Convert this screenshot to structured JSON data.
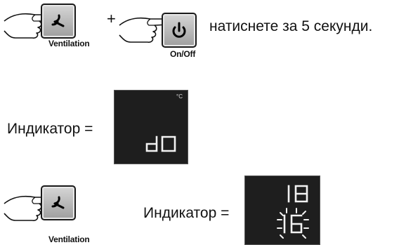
{
  "step1": {
    "ventilation_caption": "Ventilation",
    "plus": "+",
    "onoff_caption": "On/Off",
    "instruction": "натиснете за 5 секунди."
  },
  "step2": {
    "label": "Индикатор =",
    "unit": "°C",
    "display_code": "d0"
  },
  "step3": {
    "ventilation_caption": "Ventilation",
    "label": "Индикатор =",
    "display_top": "18",
    "display_bottom": "16"
  }
}
